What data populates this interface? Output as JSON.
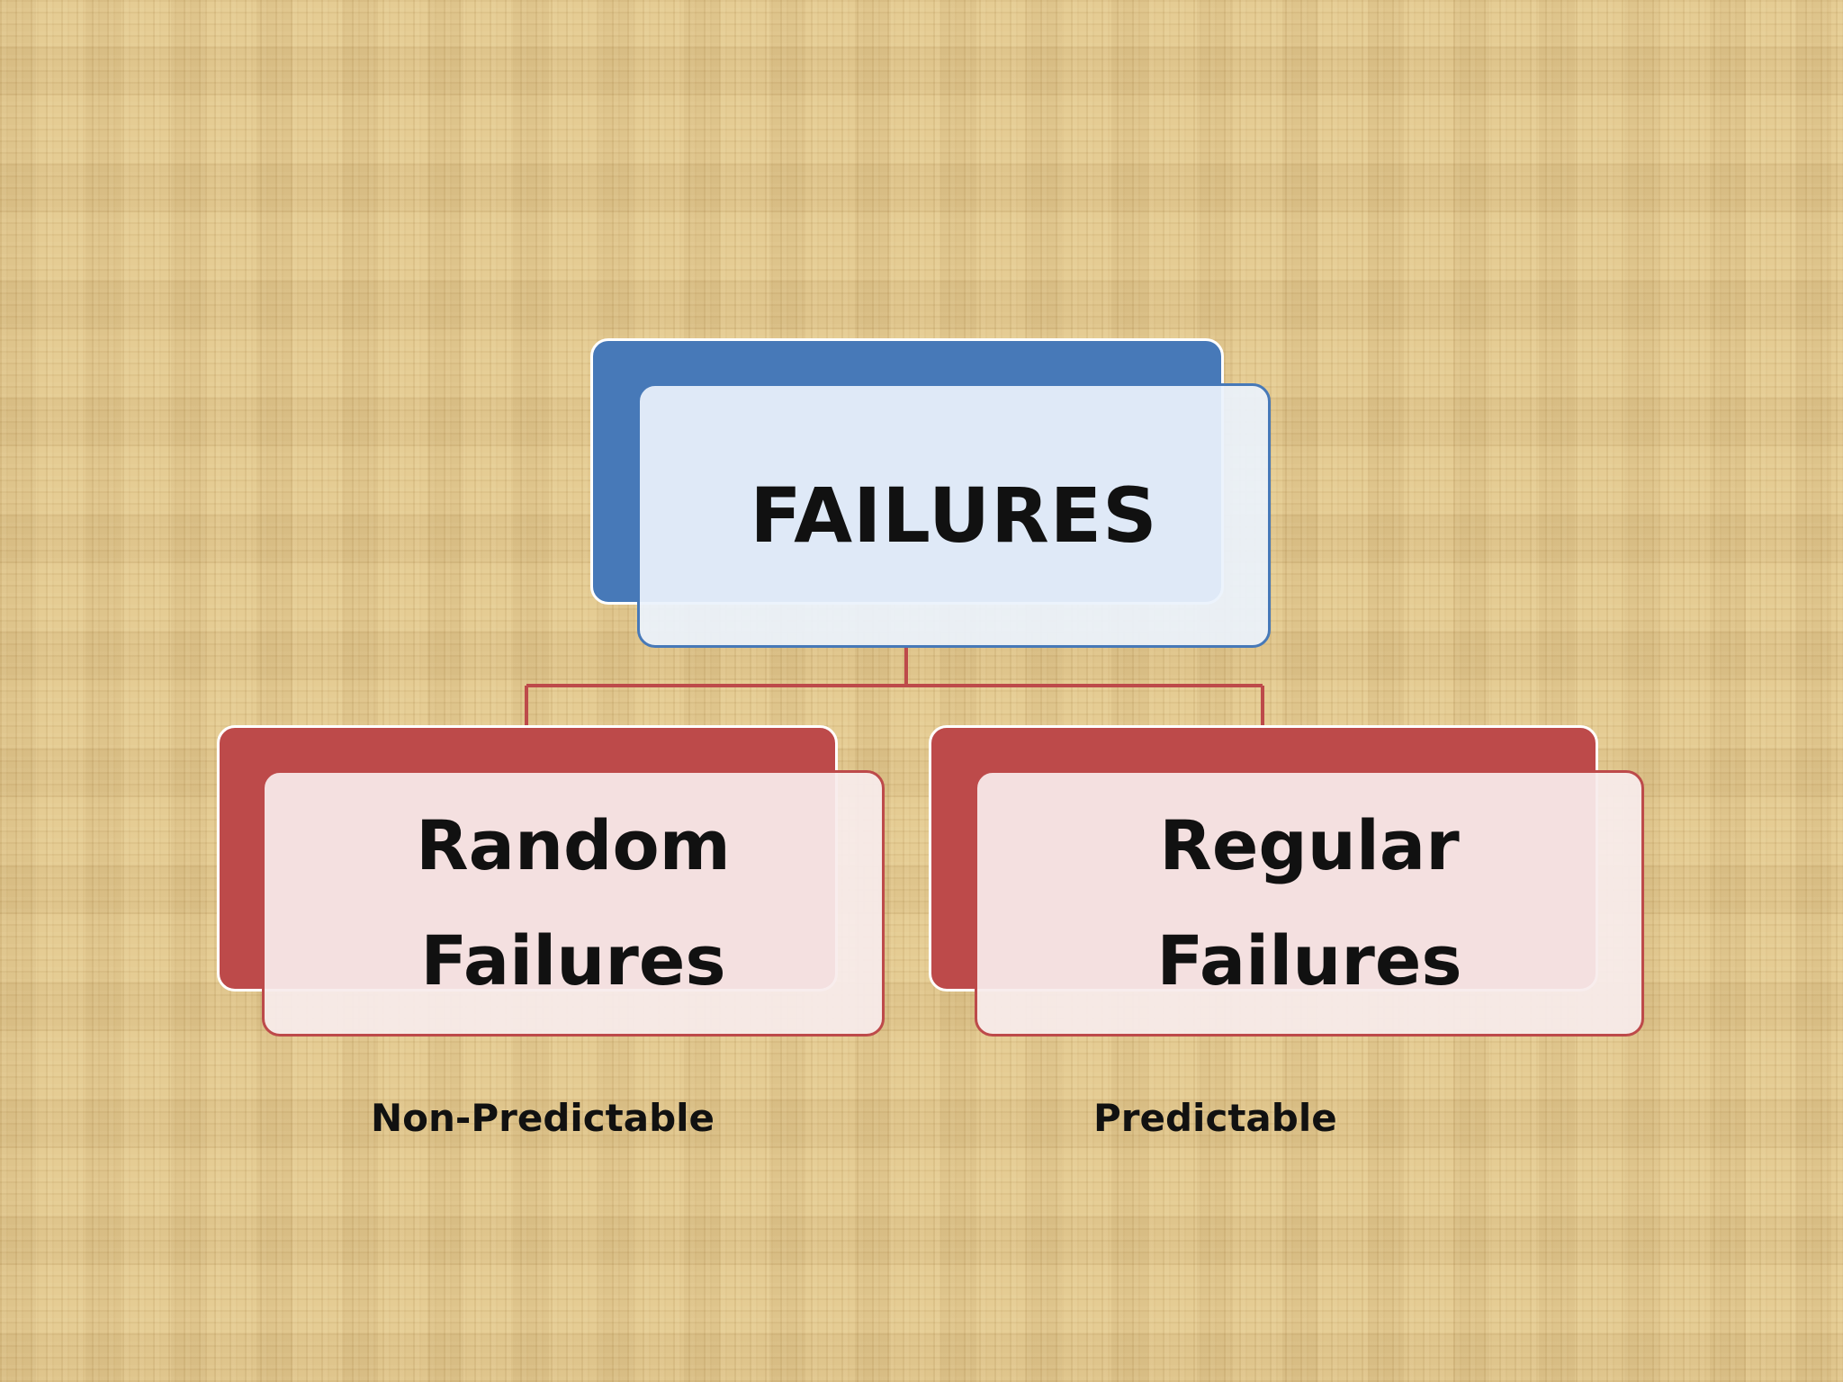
{
  "diagram": {
    "root": {
      "label": "FAILURES"
    },
    "children": [
      {
        "line1": "Random",
        "line2": "Failures",
        "caption": "Non-Predictable"
      },
      {
        "line1": "Regular",
        "line2": "Failures",
        "caption": "Predictable"
      }
    ]
  },
  "colors": {
    "root_accent": "#4779b8",
    "child_accent": "#bd4a4a",
    "background": "#e3c98f"
  }
}
